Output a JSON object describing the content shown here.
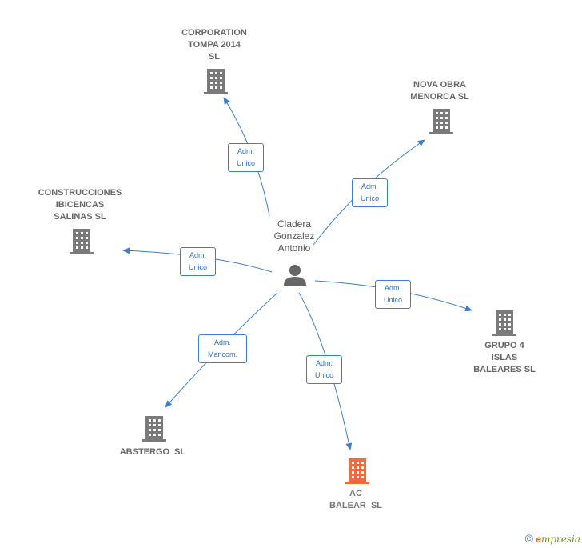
{
  "center_person": {
    "name_lines": [
      "Cladera",
      "Gonzalez",
      "Antonio"
    ],
    "icon": "person-icon"
  },
  "companies": [
    {
      "id": "corporation",
      "name_lines": [
        "CORPORATION",
        "TOMPA 2014",
        "SL"
      ],
      "icon": "building-icon",
      "color": "#7a7a7a"
    },
    {
      "id": "nova-obra",
      "name_lines": [
        "NOVA OBRA",
        "MENORCA SL"
      ],
      "icon": "building-icon",
      "color": "#7a7a7a"
    },
    {
      "id": "construcciones",
      "name_lines": [
        "CONSTRUCCIONES",
        "IBICENCAS",
        "SALINAS SL"
      ],
      "icon": "building-icon",
      "color": "#7a7a7a"
    },
    {
      "id": "grupo4",
      "name_lines": [
        "GRUPO 4",
        "ISLAS",
        "BALEARES SL"
      ],
      "icon": "building-icon",
      "color": "#7a7a7a"
    },
    {
      "id": "abstergo",
      "name_lines": [
        "ABSTERGO  SL"
      ],
      "icon": "building-icon",
      "color": "#7a7a7a"
    },
    {
      "id": "ac-balear",
      "name_lines": [
        "AC",
        "BALEAR  SL"
      ],
      "icon": "building-icon",
      "color": "#f26a3d"
    }
  ],
  "edges": [
    {
      "to": "corporation",
      "label_lines": [
        "Adm.",
        "Unico"
      ]
    },
    {
      "to": "nova-obra",
      "label_lines": [
        "Adm.",
        "Unico"
      ]
    },
    {
      "to": "construcciones",
      "label_lines": [
        "Adm.",
        "Unico"
      ]
    },
    {
      "to": "grupo4",
      "label_lines": [
        "Adm.",
        "Unico"
      ]
    },
    {
      "to": "abstergo",
      "label_lines": [
        "Adm.",
        "Mancom."
      ]
    },
    {
      "to": "ac-balear",
      "label_lines": [
        "Adm.",
        "Unico"
      ]
    }
  ],
  "colors": {
    "edge": "#3a7fd0",
    "building": "#7a7a7a",
    "highlight": "#f26a3d",
    "person": "#666666"
  },
  "footer": {
    "copyright_symbol": "©",
    "brand_initial": "e",
    "brand_rest": "mpresia"
  }
}
